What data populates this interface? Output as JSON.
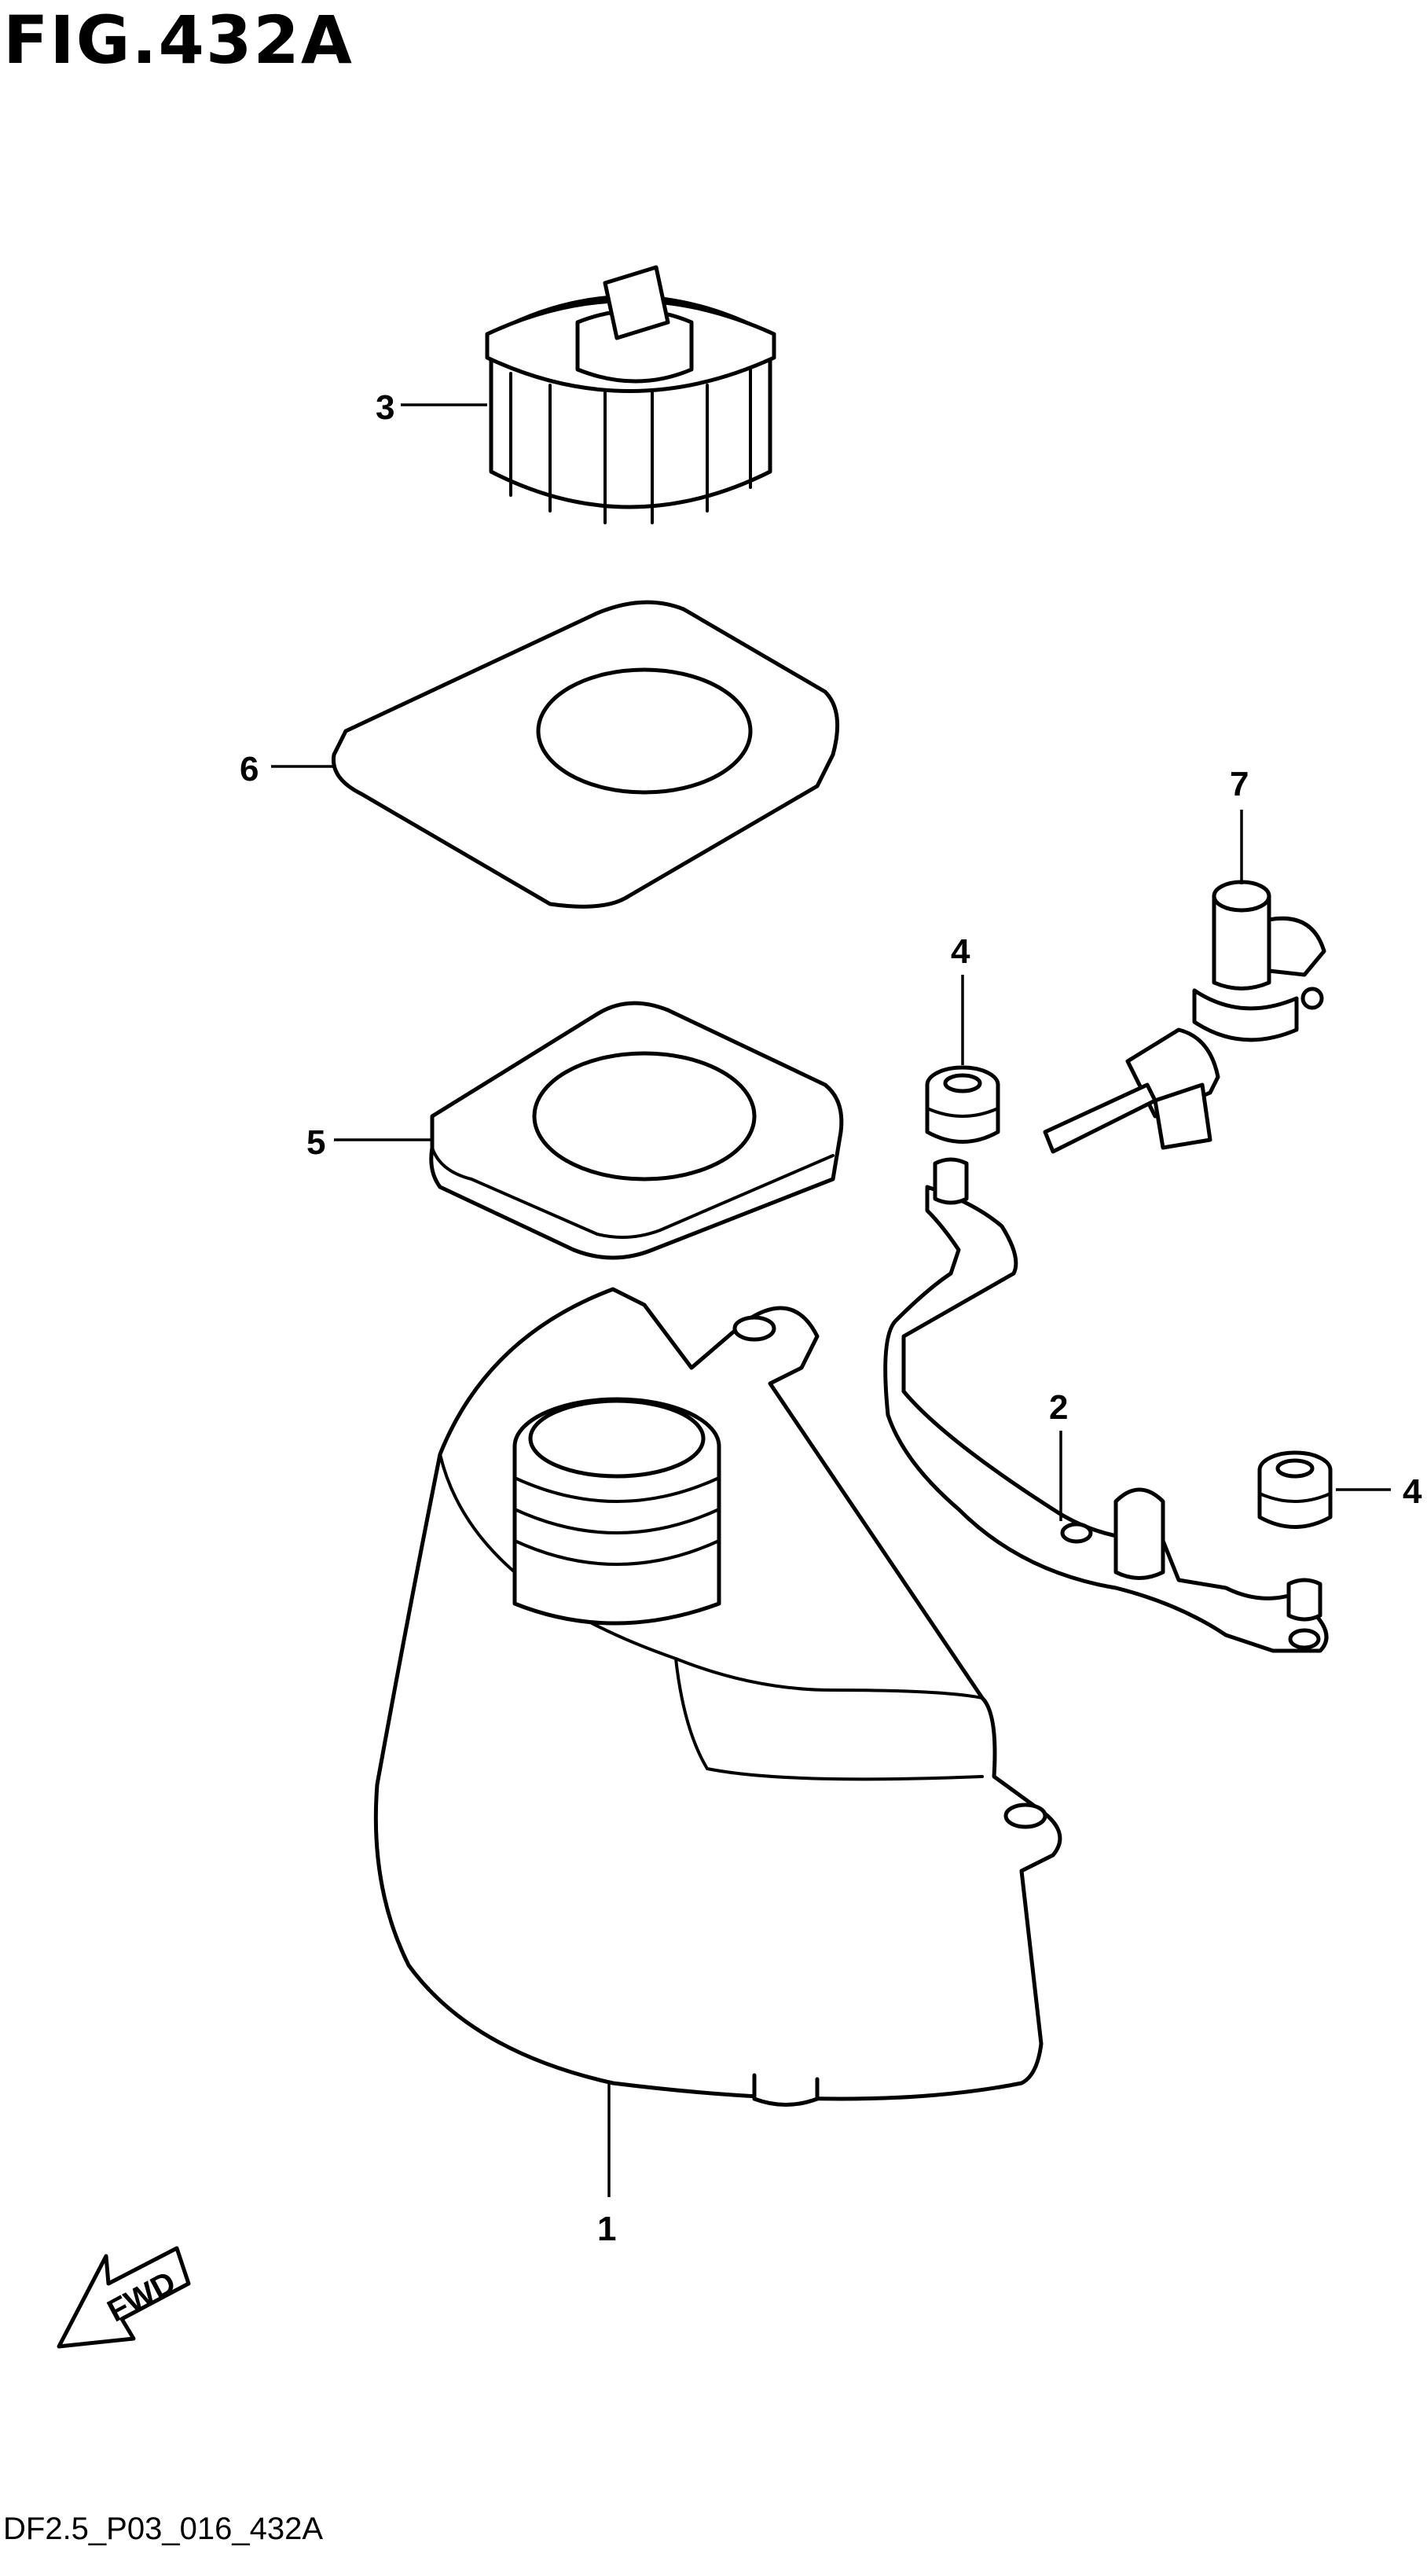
{
  "figure_title": "FIG.432A",
  "drawing_code": "DF2.5_P03_016_432A",
  "fwd_label": "FWD",
  "callouts": {
    "c1": "1",
    "c2": "2",
    "c3": "3",
    "c4a": "4",
    "c4b": "4",
    "c5": "5",
    "c6": "6",
    "c7": "7"
  }
}
